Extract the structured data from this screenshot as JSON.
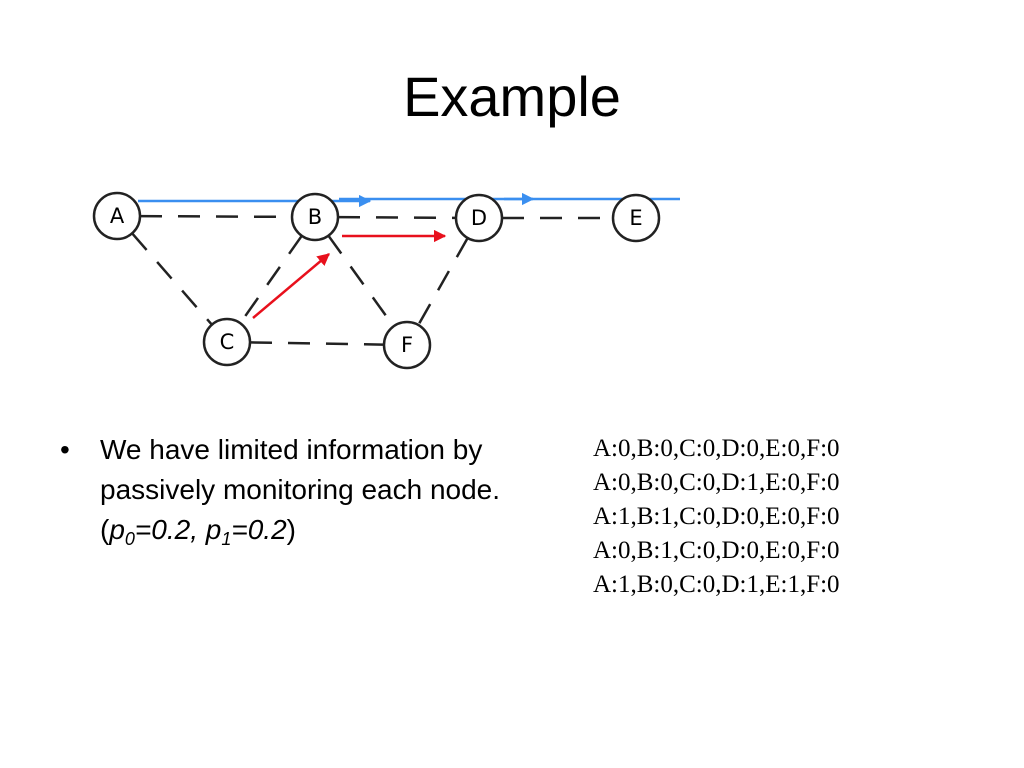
{
  "slide": {
    "title": "Example"
  },
  "graph": {
    "nodes": [
      {
        "id": "A",
        "label": "A"
      },
      {
        "id": "B",
        "label": "B"
      },
      {
        "id": "C",
        "label": "C"
      },
      {
        "id": "D",
        "label": "D"
      },
      {
        "id": "E",
        "label": "E"
      },
      {
        "id": "F",
        "label": "F"
      }
    ],
    "edges_dashed": [
      [
        "A",
        "B"
      ],
      [
        "B",
        "D"
      ],
      [
        "D",
        "E"
      ],
      [
        "A",
        "C"
      ],
      [
        "B",
        "C"
      ],
      [
        "B",
        "F"
      ],
      [
        "C",
        "F"
      ],
      [
        "D",
        "F"
      ]
    ],
    "arrows_blue": [
      [
        "A",
        "B"
      ],
      [
        "B",
        "D"
      ],
      [
        "D",
        "E"
      ]
    ],
    "arrows_red": [
      [
        "C",
        "B"
      ],
      [
        "B",
        "D"
      ]
    ],
    "colors": {
      "blue": "#3a8ff0",
      "red": "#e8101c",
      "edge": "#222222"
    }
  },
  "bullet": {
    "marker": "•",
    "text": "We have limited information by passively monitoring each node. (",
    "p0_symbol": "p",
    "p0_sub": "0",
    "p0_value": "=0.2, ",
    "p1_symbol": "p",
    "p1_sub": "1",
    "p1_value": "=0.2",
    "close": ")"
  },
  "states": [
    "A:0,B:0,C:0,D:0,E:0,F:0",
    "A:0,B:0,C:0,D:1,E:0,F:0",
    "A:1,B:1,C:0,D:0,E:0,F:0",
    "A:0,B:1,C:0,D:0,E:0,F:0",
    "A:1,B:0,C:0,D:1,E:1,F:0"
  ]
}
